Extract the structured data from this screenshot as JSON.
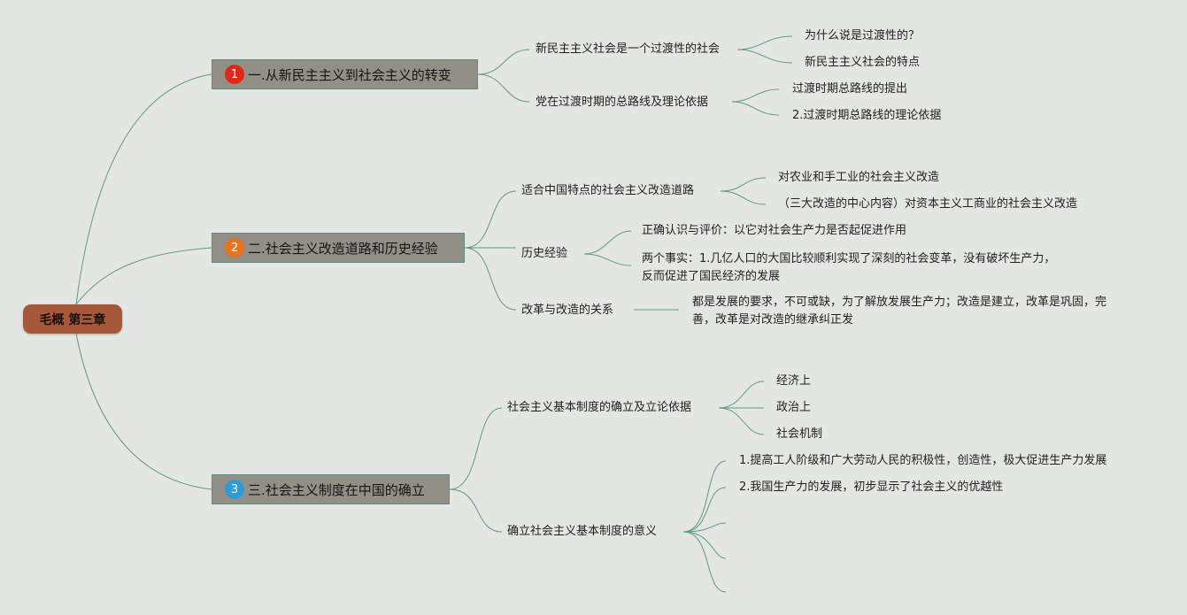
{
  "root": {
    "label": "毛概 第三章"
  },
  "branches": [
    {
      "number": "1",
      "number_color": "#e0271b",
      "label": "一.从新民主主义到社会主义的转变",
      "children": [
        {
          "label": "新民主主义社会是一个过渡性的社会",
          "children": [
            "为什么说是过渡性的？",
            "新民主主义社会的特点"
          ]
        },
        {
          "label": "党在过渡时期的总路线及理论依据",
          "children": [
            "过渡时期总路线的提出",
            "2.过渡时期总路线的理论依据"
          ]
        }
      ]
    },
    {
      "number": "2",
      "number_color": "#e8731f",
      "label": "二.社会主义改造道路和历史经验",
      "children": [
        {
          "label": "适合中国特点的社会主义改造道路",
          "children": [
            "对农业和手工业的社会主义改造",
            "（三大改造的中心内容）对资本主义工商业的社会主义改造"
          ]
        },
        {
          "label": "历史经验",
          "children": [
            "正确认识与评价：以它对社会生产力是否起促进作用",
            "两个事实：1.几亿人口的大国比较顺利实现了深刻的社会变革，没有破坏生产力，反而促进了国民经济的发展"
          ]
        },
        {
          "label": "改革与改造的关系",
          "children": [
            "都是发展的要求，不可或缺，为了解放发展生产力；改造是建立，改革是巩固，完善，改革是对改造的继承纠正发"
          ]
        }
      ]
    },
    {
      "number": "3",
      "number_color": "#2d9bd6",
      "label": "三.社会主义制度在中国的确立",
      "children": [
        {
          "label": "社会主义基本制度的确立及立论依据",
          "children": [
            "经济上",
            "政治上",
            "社会机制"
          ]
        },
        {
          "label": "确立社会主义基本制度的意义",
          "children": [
            "1.提高工人阶级和广大劳动人民的积极性，创造性，极大促进生产力发展",
            "2.我国生产力的发展，初步显示了社会主义的优越性",
            "",
            "",
            ""
          ]
        }
      ]
    }
  ]
}
